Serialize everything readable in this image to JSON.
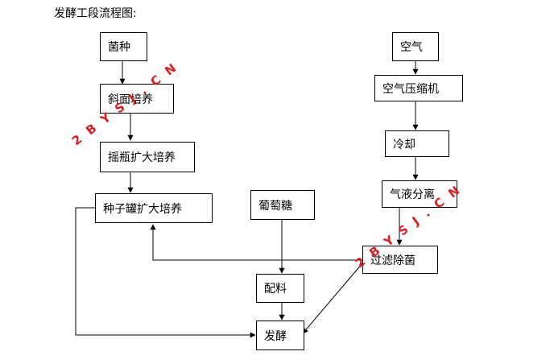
{
  "title": "发酵工段流程图:",
  "nodes": {
    "strain": "菌种",
    "slant": "斜面培养",
    "shake": "摇瓶扩大培养",
    "seed": "种子罐扩大培养",
    "glucose": "葡萄糖",
    "mixing": "配料",
    "ferment": "发酵",
    "air": "空气",
    "compress": "空气压缩机",
    "cool": "冷却",
    "separate": "气液分离",
    "filter": "过滤除菌"
  },
  "watermark": "2 B Y S J . C N",
  "colors": {
    "line": "#000000",
    "watermark": "#d81e1e"
  }
}
